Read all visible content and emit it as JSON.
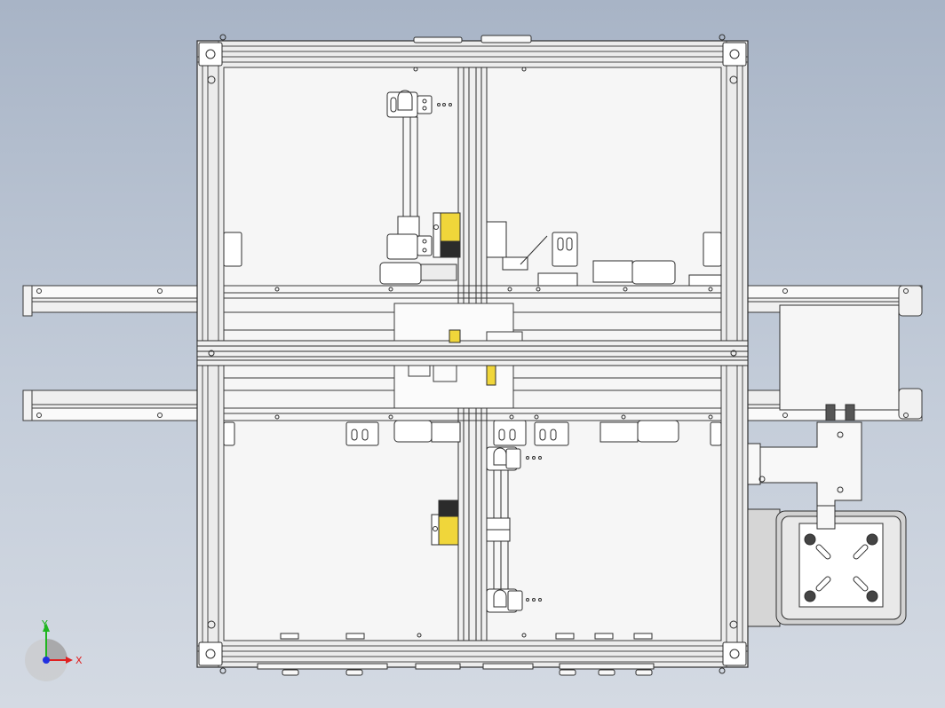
{
  "viewport": {
    "view": "top",
    "background_top": "#a8b4c6",
    "background_bottom": "#d4dae3",
    "line_color": "#3a3a3a",
    "panel_fill": "#f4f4f4",
    "accent_yellow": "#f0d63a",
    "accent_dark": "#2b2b2b"
  },
  "triad": {
    "x_label": "X",
    "y_label": "Y",
    "x_color": "#e02020",
    "y_color": "#1fb51f",
    "z_color": "#2030e0"
  },
  "assembly": {
    "frame": "aluminium-profile-frame",
    "conveyor_rails": 2,
    "grippers_top": 1,
    "grippers_bottom": 1,
    "mount_plate": "bottom-right"
  }
}
